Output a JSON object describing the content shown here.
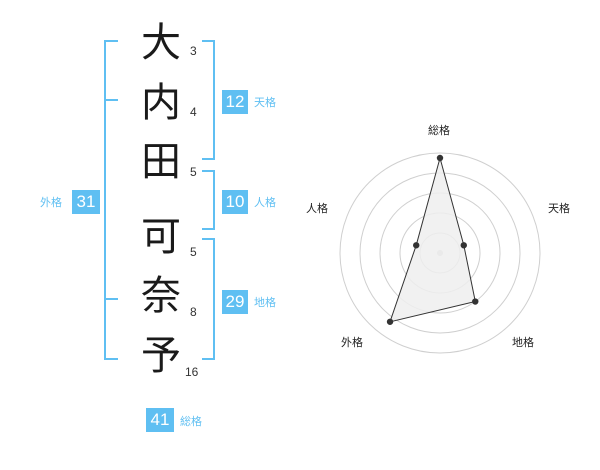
{
  "name": {
    "chars": [
      "大",
      "内",
      "田",
      "可",
      "奈",
      "予"
    ],
    "strokes": [
      "3",
      "4",
      "5",
      "5",
      "8",
      "16"
    ]
  },
  "fortunes": {
    "tenkaku": {
      "value": "12",
      "label": "天格"
    },
    "jinkaku": {
      "value": "10",
      "label": "人格"
    },
    "chikaku": {
      "value": "29",
      "label": "地格"
    },
    "gaikaku": {
      "value": "31",
      "label": "外格"
    },
    "soukaku": {
      "value": "41",
      "label": "総格"
    }
  },
  "radar": {
    "axes": [
      "総格",
      "天格",
      "地格",
      "外格",
      "人格"
    ],
    "values": [
      0.95,
      0.25,
      0.6,
      0.85,
      0.25
    ],
    "accent": "#5fbff2",
    "fill": "#efefef",
    "stroke": "#333333"
  }
}
